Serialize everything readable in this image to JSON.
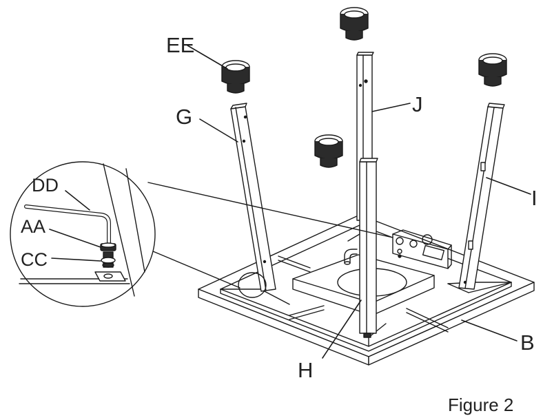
{
  "labels": {
    "ee": "EE",
    "g": "G",
    "j": "J",
    "i": "I",
    "dd": "DD",
    "aa": "AA",
    "cc": "CC",
    "b": "B",
    "h": "H"
  },
  "caption": "Figure 2",
  "colors": {
    "stroke": "#1a1a1a",
    "fill": "#ffffff",
    "shade": "#2b2b2b"
  }
}
